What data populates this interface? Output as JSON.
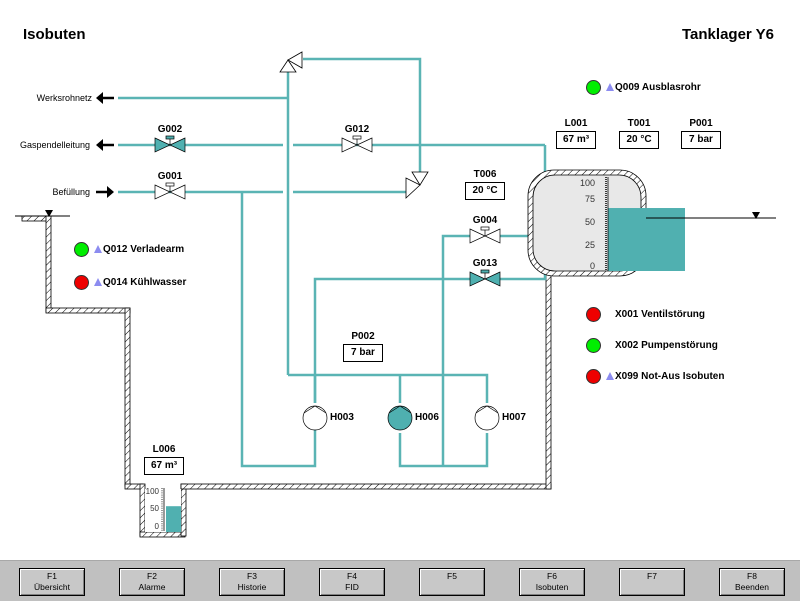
{
  "header": {
    "title_left": "Isobuten",
    "title_right": "Tanklager Y6"
  },
  "colors": {
    "pipe": "#5ab4b4",
    "valve_open_fill": "#4fb0b0",
    "lamp_green": "#00ee00",
    "lamp_red": "#ee0000",
    "alarm_triangle": "#8c8cf0",
    "tank_fill": "#e8e8e8",
    "level_fill": "#50b0b0"
  },
  "lines": {
    "werksrohnetz": "Werksrohnetz",
    "gaspendelleitung": "Gaspendelleitung",
    "befuellung": "Befüllung"
  },
  "valves": [
    {
      "tag": "G002",
      "state": "open"
    },
    {
      "tag": "G012",
      "state": "closed"
    },
    {
      "tag": "G001",
      "state": "closed"
    },
    {
      "tag": "G004",
      "state": "closed"
    },
    {
      "tag": "G013",
      "state": "open"
    }
  ],
  "pumps": [
    {
      "tag": "H003",
      "state": "off"
    },
    {
      "tag": "H006",
      "state": "on"
    },
    {
      "tag": "H007",
      "state": "off"
    }
  ],
  "measurements": {
    "L001": {
      "tag": "L001",
      "value": "67 m³"
    },
    "T001": {
      "tag": "T001",
      "value": "20 °C"
    },
    "P001": {
      "tag": "P001",
      "value": "7 bar"
    },
    "T006": {
      "tag": "T006",
      "value": "20 °C"
    },
    "P002": {
      "tag": "P002",
      "value": "7 bar"
    },
    "L006": {
      "tag": "L006",
      "value": "67 m³"
    }
  },
  "main_tank": {
    "scale": [
      "100",
      "75",
      "50",
      "25",
      "0"
    ],
    "level_percent": 67
  },
  "sump_tank": {
    "scale": [
      "100",
      "50",
      "0"
    ],
    "level_percent": 60
  },
  "status_indicators": [
    {
      "id": "q009",
      "label": "Q009 Ausblasrohr",
      "lamp": "green",
      "alarm_triangle": true
    },
    {
      "id": "q012",
      "label": "Q012 Verladearm",
      "lamp": "green",
      "alarm_triangle": true
    },
    {
      "id": "q014",
      "label": "Q014 Kühlwasser",
      "lamp": "red",
      "alarm_triangle": true
    },
    {
      "id": "x001",
      "label": "X001 Ventilstörung",
      "lamp": "red",
      "alarm_triangle": false
    },
    {
      "id": "x002",
      "label": "X002 Pumpenstörung",
      "lamp": "green",
      "alarm_triangle": false
    },
    {
      "id": "x099",
      "label": "X099 Not-Aus Isobuten",
      "lamp": "red",
      "alarm_triangle": true
    }
  ],
  "function_keys": [
    {
      "key": "F1",
      "label": "Übersicht"
    },
    {
      "key": "F2",
      "label": "Alarme"
    },
    {
      "key": "F3",
      "label": "Historie"
    },
    {
      "key": "F4",
      "label": "FID"
    },
    {
      "key": "F5",
      "label": ""
    },
    {
      "key": "F6",
      "label": "Isobuten"
    },
    {
      "key": "F7",
      "label": ""
    },
    {
      "key": "F8",
      "label": "Beenden"
    }
  ]
}
